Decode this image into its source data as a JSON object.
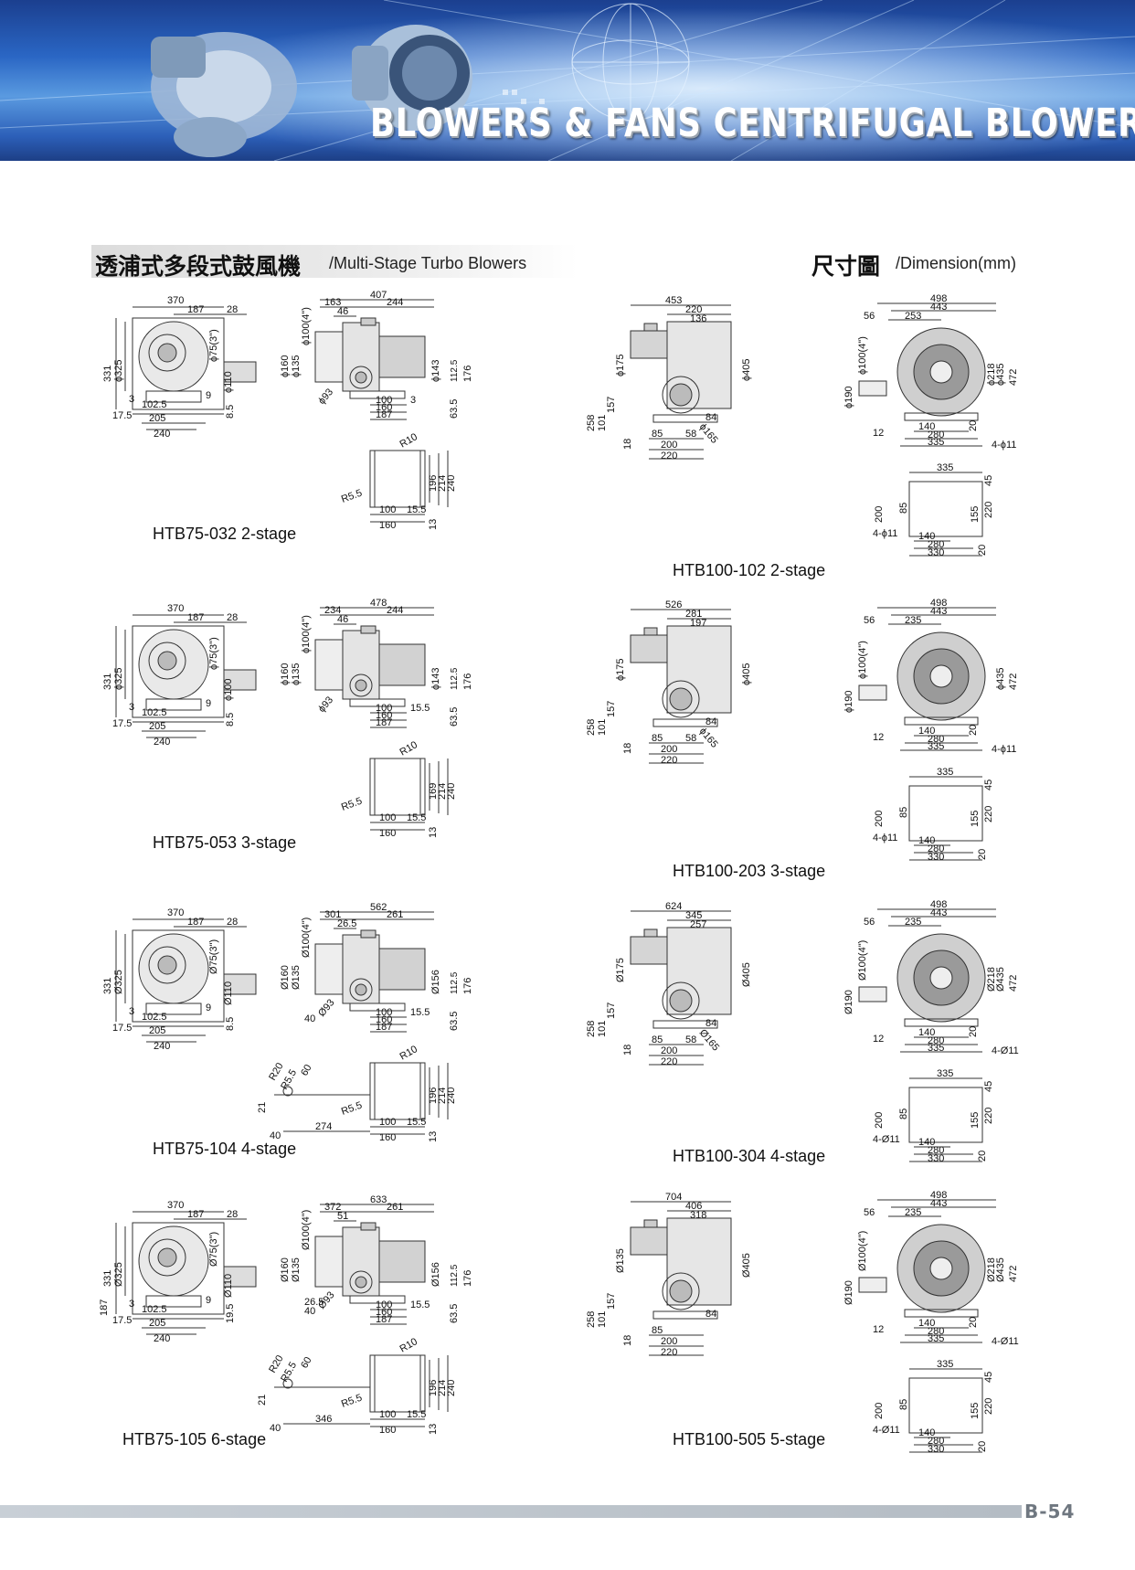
{
  "header": {
    "banner_title": "BLOWERS & FANS CENTRIFUGAL BLOWERS"
  },
  "section": {
    "title_zh": "透浦式多段式鼓風機",
    "title_en": "/Multi-Stage Turbo Blowers",
    "dimension_zh": "尺寸圖",
    "dimension_en": "/Dimension(mm)"
  },
  "models": [
    {
      "label": "HTB75-032 2-stage",
      "front": {
        "w": "370",
        "a": "187",
        "b": "28",
        "h": "331",
        "d": "ϕ325",
        "o": "ϕ75(3\")",
        "p": "ϕ110",
        "s1": "102.5",
        "s2": "205",
        "s3": "240",
        "s4": "17.5",
        "s5": "3",
        "s6": "9",
        "s7": "8.5"
      },
      "side": {
        "len": "407",
        "l1": "163",
        "l2": "244",
        "l3": "46",
        "c": "ϕ100(4\")",
        "d1": "ϕ160",
        "d2": "ϕ135",
        "m": "ϕ143",
        "h1": "112.5",
        "h2": "176",
        "f": "ϕ93",
        "b1": "100",
        "b2": "160",
        "b3": "187",
        "b4": "63.5",
        "b5": "3"
      },
      "base": {
        "r1": "R10",
        "r2": "R5.5",
        "h1": "196",
        "h2": "214",
        "h3": "240",
        "w1": "100",
        "w2": "160",
        "w3": "15.5",
        "w4": "13"
      }
    },
    {
      "label": "HTB75-053 3-stage",
      "front": {
        "w": "370",
        "a": "187",
        "b": "28",
        "h": "331",
        "d": "ϕ325",
        "o": "ϕ75(3\")",
        "p": "ϕ100",
        "s1": "102.5",
        "s2": "205",
        "s3": "240",
        "s4": "17.5",
        "s5": "3",
        "s6": "9",
        "s7": "8.5"
      },
      "side": {
        "len": "478",
        "l1": "234",
        "l2": "244",
        "l3": "46",
        "c": "ϕ100(4\")",
        "d1": "ϕ160",
        "d2": "ϕ135",
        "m": "ϕ143",
        "h1": "112.5",
        "h2": "176",
        "f": "ϕ93",
        "b1": "100",
        "b2": "160",
        "b3": "187",
        "b4": "63.5",
        "b5": "15.5"
      },
      "base": {
        "r1": "R10",
        "r2": "R5.5",
        "h1": "169",
        "h2": "214",
        "h3": "240",
        "w1": "100",
        "w2": "160",
        "w3": "15.5",
        "w4": "13"
      }
    },
    {
      "label": "HTB75-104 4-stage",
      "front": {
        "w": "370",
        "a": "187",
        "b": "28",
        "h": "331",
        "d": "Ø325",
        "o": "Ø75(3\")",
        "p": "Ø110",
        "s1": "102.5",
        "s2": "205",
        "s3": "240",
        "s4": "17.5",
        "s5": "3",
        "s6": "9",
        "s7": "8.5"
      },
      "side": {
        "len": "562",
        "l1": "301",
        "l2": "261",
        "l3": "26.5",
        "c": "Ø100(4\")",
        "d1": "Ø160",
        "d2": "Ø135",
        "m": "Ø156",
        "h1": "112.5",
        "h2": "176",
        "f": "Ø93",
        "b1": "100",
        "b2": "160",
        "b3": "187",
        "b4": "63.5",
        "b5": "15.5",
        "b6": "40"
      },
      "base": {
        "r1": "R10",
        "r2": "R5.5",
        "h1": "196",
        "h2": "214",
        "h3": "240",
        "w1": "100",
        "w2": "160",
        "w3": "15.5",
        "w4": "13",
        "x1": "274",
        "x2": "40",
        "x3": "21",
        "x4": "R20",
        "x5": "R5.5",
        "x6": "60"
      }
    },
    {
      "label": "HTB75-105 6-stage",
      "front": {
        "w": "370",
        "a": "187",
        "b": "28",
        "h": "331",
        "d": "Ø325",
        "o": "Ø75(3\")",
        "p": "Ø110",
        "s1": "102.5",
        "s2": "205",
        "s3": "240",
        "s4": "17.5",
        "s5": "3",
        "s6": "9",
        "s7": "19.5",
        "s8": "187"
      },
      "side": {
        "len": "633",
        "l1": "372",
        "l2": "261",
        "l3": "51",
        "c": "Ø100(4\")",
        "d1": "Ø160",
        "d2": "Ø135",
        "m": "Ø156",
        "h1": "112.5",
        "h2": "176",
        "f": "Ø93",
        "b1": "100",
        "b2": "160",
        "b3": "187",
        "b4": "63.5",
        "b5": "15.5",
        "b6": "40",
        "b7": "26.5"
      },
      "base": {
        "r1": "R10",
        "r2": "R5.5",
        "h1": "196",
        "h2": "214",
        "h3": "240",
        "w1": "100",
        "w2": "160",
        "w3": "15.5",
        "w4": "13",
        "x1": "346",
        "x2": "40",
        "x3": "21",
        "x4": "R20",
        "x5": "R5.5",
        "x6": "60"
      }
    },
    {
      "label": "HTB100-102 2-stage",
      "side": {
        "len": "453",
        "l1": "220",
        "l2": "136",
        "d1": "ϕ175",
        "m": "ϕ405",
        "h1": "258",
        "h2": "101",
        "h3": "157",
        "h4": "18",
        "f": "ϕ165",
        "b1": "85",
        "b2": "58",
        "b3": "84",
        "b4": "200",
        "b5": "220"
      },
      "front": {
        "w": "498",
        "w2": "443",
        "a": "253",
        "b": "56",
        "c": "ϕ100(4\")",
        "d": "ϕ190",
        "d2": "ϕ218",
        "d3": "ϕ435",
        "h": "472",
        "s1": "140",
        "s2": "280",
        "s3": "335",
        "s4": "12",
        "s5": "20",
        "s6": "4-ϕ11"
      },
      "base": {
        "w1": "335",
        "w2": "45",
        "h1": "200",
        "h2": "85",
        "h3": "155",
        "h4": "220",
        "s1": "4-ϕ11",
        "s2": "140",
        "s3": "280",
        "s4": "330",
        "s5": "20"
      }
    },
    {
      "label": "HTB100-203 3-stage",
      "side": {
        "len": "526",
        "l1": "281",
        "l2": "197",
        "d1": "ϕ175",
        "m": "ϕ405",
        "h1": "258",
        "h2": "101",
        "h3": "157",
        "h4": "18",
        "f": "ϕ165",
        "b1": "85",
        "b2": "58",
        "b3": "84",
        "b4": "200",
        "b5": "220"
      },
      "front": {
        "w": "498",
        "w2": "443",
        "a": "235",
        "b": "56",
        "c": "ϕ100(4\")",
        "d": "ϕ190",
        "d2": "",
        "d3": "ϕ435",
        "h": "472",
        "s1": "140",
        "s2": "280",
        "s3": "335",
        "s4": "12",
        "s5": "20",
        "s6": "4-ϕ11"
      },
      "base": {
        "w1": "335",
        "w2": "45",
        "h1": "200",
        "h2": "85",
        "h3": "155",
        "h4": "220",
        "s1": "4-ϕ11",
        "s2": "140",
        "s3": "280",
        "s4": "330",
        "s5": "20"
      }
    },
    {
      "label": "HTB100-304 4-stage",
      "side": {
        "len": "624",
        "l1": "345",
        "l2": "257",
        "d1": "Ø175",
        "m": "Ø405",
        "h1": "258",
        "h2": "101",
        "h3": "157",
        "h4": "18",
        "f": "Ø165",
        "b1": "85",
        "b2": "58",
        "b3": "84",
        "b4": "200",
        "b5": "220"
      },
      "front": {
        "w": "498",
        "w2": "443",
        "a": "235",
        "b": "56",
        "c": "Ø100(4\")",
        "d": "Ø190",
        "d2": "Ø218",
        "d3": "Ø435",
        "h": "472",
        "s1": "140",
        "s2": "280",
        "s3": "335",
        "s4": "12",
        "s5": "20",
        "s6": "4-Ø11"
      },
      "base": {
        "w1": "335",
        "w2": "45",
        "h1": "200",
        "h2": "85",
        "h3": "155",
        "h4": "220",
        "s1": "4-Ø11",
        "s2": "140",
        "s3": "280",
        "s4": "330",
        "s5": "20"
      }
    },
    {
      "label": "HTB100-505 5-stage",
      "side": {
        "len": "704",
        "l1": "406",
        "l2": "318",
        "d1": "Ø135",
        "m": "Ø405",
        "h1": "258",
        "h2": "101",
        "h3": "157",
        "h4": "18",
        "f": "",
        "b1": "85",
        "b2": "",
        "b3": "84",
        "b4": "200",
        "b5": "220"
      },
      "front": {
        "w": "498",
        "w2": "443",
        "a": "235",
        "b": "56",
        "c": "Ø100(4\")",
        "d": "Ø190",
        "d2": "Ø218",
        "d3": "Ø435",
        "h": "472",
        "s1": "140",
        "s2": "280",
        "s3": "335",
        "s4": "12",
        "s5": "20",
        "s6": "4-Ø11"
      },
      "base": {
        "w1": "335",
        "w2": "45",
        "h1": "200",
        "h2": "85",
        "h3": "155",
        "h4": "220",
        "s1": "4-Ø11",
        "s2": "140",
        "s3": "280",
        "s4": "330",
        "s5": "20"
      }
    }
  ],
  "footer": {
    "page_number": "B-54"
  }
}
